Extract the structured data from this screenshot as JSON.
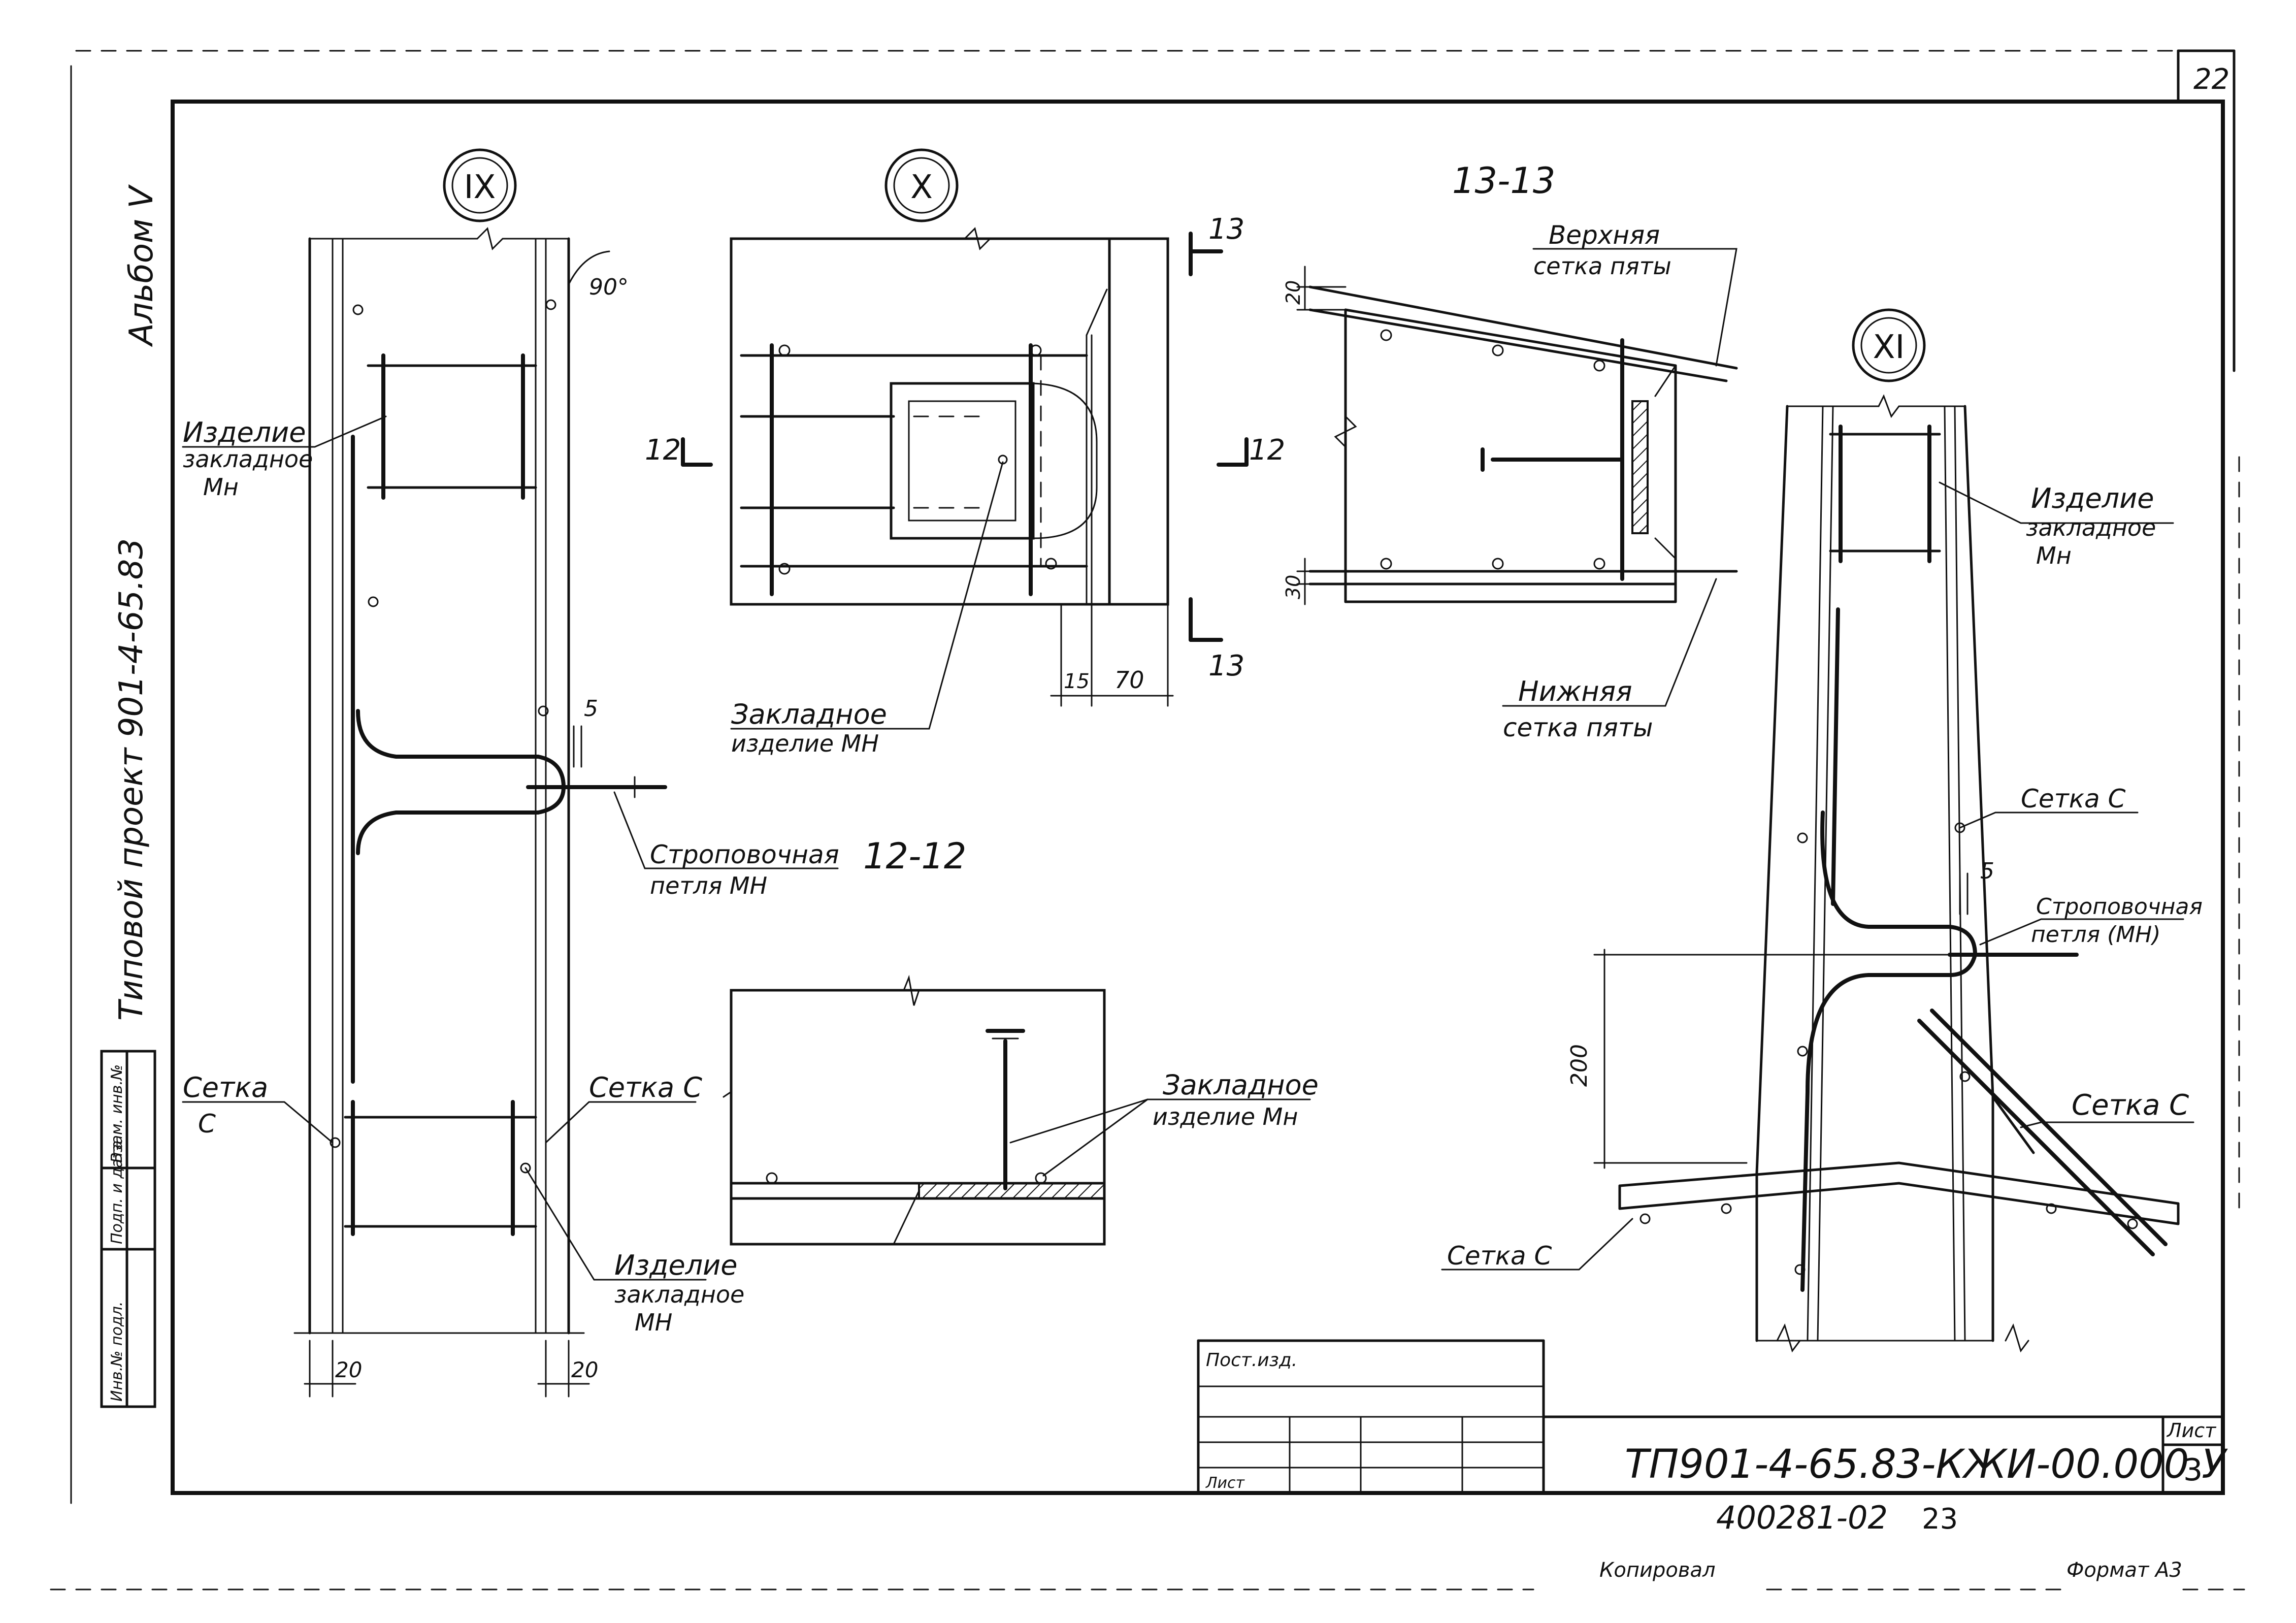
{
  "sheet": {
    "page_number": "22",
    "album": "Альбом V",
    "project": "Типовой проект 901-4-65.83",
    "side_table": [
      "Инв.№ подл.",
      "Подп. и дата",
      "Взам. инв.№"
    ]
  },
  "callouts": {
    "ix": "IX",
    "x": "X",
    "xi": "XI"
  },
  "sections": {
    "s13": "13-13",
    "s12": "12-12",
    "cut13_top": "13",
    "cut13_bottom": "13",
    "cut12_left": "12",
    "cut12_right": "12"
  },
  "labels": {
    "ix_embedded_top_l1": "Изделие",
    "ix_embedded_top_l2": "закладное",
    "ix_embedded_top_l3": "Мн",
    "ix_mesh_left_l1": "Сетка",
    "ix_mesh_left_l2": "С",
    "ix_mesh_right": "Сетка С",
    "ix_embedded_bottom_l1": "Изделие",
    "ix_embedded_bottom_l2": "закладное",
    "ix_embedded_bottom_l3": "МН",
    "ix_loop_l1": "Строповочная",
    "ix_loop_l2": "петля МН",
    "x_embedded_l1": "Закладное",
    "x_embedded_l2": "изделие МН",
    "s13_upper_l1": "Верхняя",
    "s13_upper_l2": "сетка пяты",
    "s13_lower_l1": "Нижняя",
    "s13_lower_l2": "сетка пяты",
    "s12_embedded_l1": "Закладное",
    "s12_embedded_l2": "изделие Мн",
    "xi_embedded_l1": "Изделие",
    "xi_embedded_l2": "закладное",
    "xi_embedded_l3": "Мн",
    "xi_mesh_top": "Сетка С",
    "xi_loop_l1": "Строповочная",
    "xi_loop_l2": "петля (МН)",
    "xi_mesh_diag": "Сетка С",
    "xi_mesh_bottom": "Сетка С"
  },
  "dimensions": {
    "angle": "90°",
    "ix_gap": "5",
    "ix_left_20": "20",
    "ix_right_20": "20",
    "x_15": "15",
    "x_70": "70",
    "s13_20": "20",
    "s13_30": "30",
    "xi_gap": "5",
    "xi_200": "200"
  },
  "title_block": {
    "code": "ТП901-4-65.83-КЖИ-00.000 У",
    "sheet_label": "Лист",
    "sheet_no": "3",
    "cell_top": "Пост.изд.",
    "cell_bottom": "Лист"
  },
  "footer": {
    "inventory": "400281-02",
    "page": "23",
    "copied": "Копировал",
    "format": "Формат А3"
  }
}
